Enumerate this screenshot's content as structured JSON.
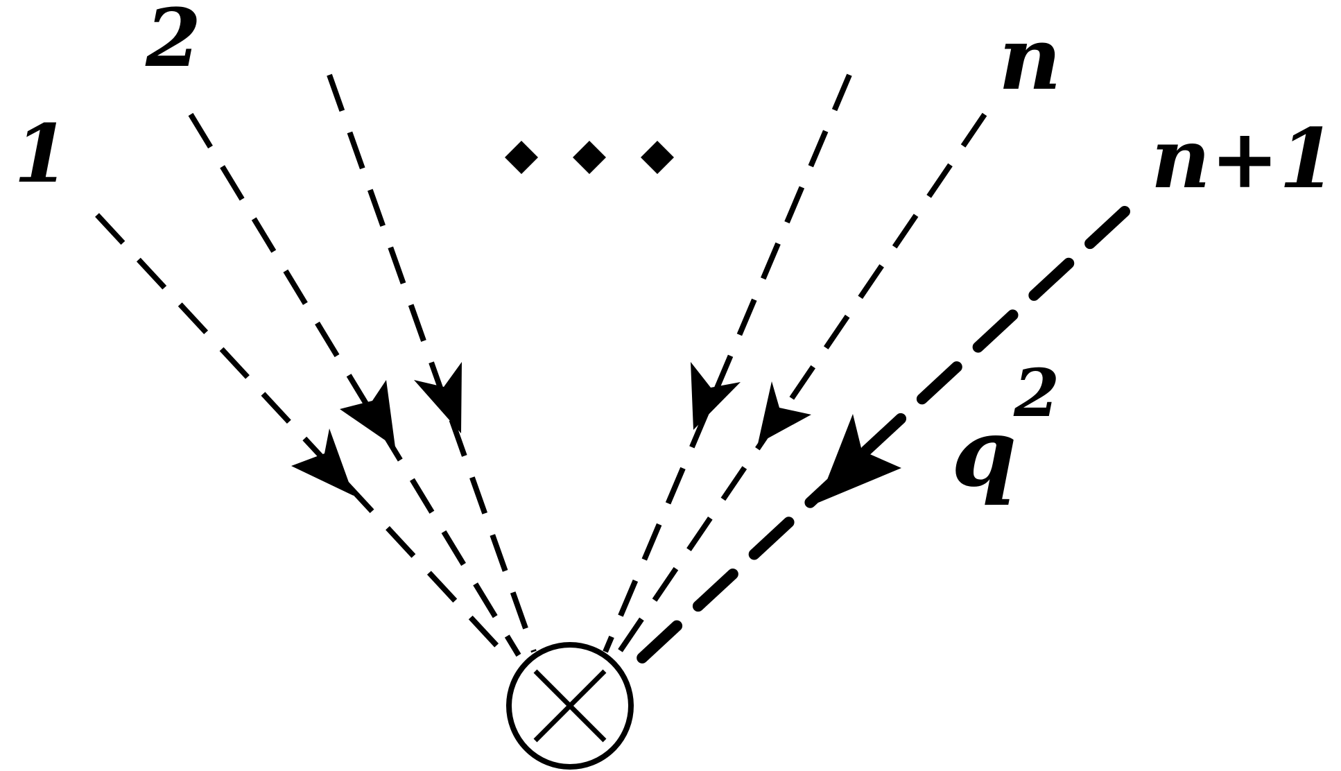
{
  "diagram": {
    "colors": {
      "ink": "#000000",
      "background": "#ffffff"
    },
    "vertex": {
      "symbol": "otimes"
    },
    "lines": [
      {
        "id": "line-1",
        "label": "1",
        "style": "dashed-thin",
        "arrow": "toward-vertex"
      },
      {
        "id": "line-2",
        "label": "2",
        "style": "dashed-thin",
        "arrow": "toward-vertex"
      },
      {
        "id": "line-3",
        "label": "",
        "style": "dashed-thin",
        "arrow": "toward-vertex"
      },
      {
        "id": "line-4",
        "label": "",
        "style": "dashed-thin",
        "arrow": "toward-vertex"
      },
      {
        "id": "line-n",
        "label": "n",
        "style": "dashed-thin",
        "arrow": "toward-vertex"
      },
      {
        "id": "line-n1",
        "label": "n+1",
        "style": "dashed-thick",
        "arrow": "toward-vertex",
        "momentum_label": "q"
      }
    ],
    "momentum_exponent": "2",
    "ellipsis": "dots"
  }
}
